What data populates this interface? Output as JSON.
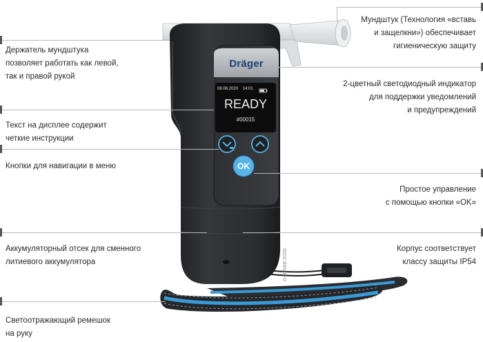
{
  "device": {
    "brand": "Dräger",
    "status_bar": "08.08.2020    14:01",
    "screen_title": "READY",
    "screen_counter": "#00015",
    "ok_label": "OK",
    "image_code": "D-32068-2020"
  },
  "callouts": {
    "mouthpiece_holder": [
      "Держатель мундштука",
      "позволяет работать как левой,",
      "так и правой рукой"
    ],
    "display_text": [
      "Текст на дисплее содержит",
      "четкие инструкции"
    ],
    "nav_buttons": [
      "Кнопки для навигации в меню"
    ],
    "battery": [
      "Аккумуляторный отсек для сменного",
      "литиевого аккумулятора"
    ],
    "strap": [
      "Светоотражающий ремешок",
      "на руку"
    ],
    "mouthpiece": [
      "Мундштук (Технология «вставь",
      "и защелкни») обеспечивает",
      "гигиеническую защиту"
    ],
    "led": [
      "2-цветный светодиодный индикатор",
      "для поддержки уведомлений",
      "и предупреждений"
    ],
    "ok_button": [
      "Простое управление",
      "с помощью кнопки «OK»"
    ],
    "housing": [
      "Корпус соответствует",
      "классу защиты IP54"
    ]
  },
  "colors": {
    "body": "#2b2d30",
    "screen": "#0c0c0d",
    "accent_blue": "#5ab3e6",
    "strap_blue": "#3a9ad6"
  }
}
